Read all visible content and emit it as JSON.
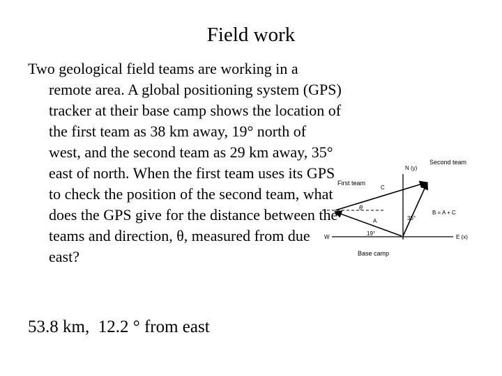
{
  "slide": {
    "title": "Field work",
    "problem_text": "Two geological field teams are working in a remote area. A global positioning system (GPS) tracker at their base camp shows the location of the first team as 38 km away, 19° north of west, and the second team as 29 km away, 35° east of north. When the first team uses its GPS to check the position of the second team, what does the GPS give for the distance between the teams and direction, θ, measured from due east?",
    "answer": "53.8 km,  12.2 ° from east"
  },
  "figure": {
    "labels": {
      "second_team": "Second team",
      "north_axis": "N (y)",
      "first_team": "First team",
      "vector_c": "C",
      "theta": "θ",
      "vector_a": "A",
      "angle_35": "35°",
      "vector_b": "B = A + C",
      "west": "W",
      "angle_19": "19°",
      "east_axis": "E  (x)",
      "base_camp": "Base camp"
    },
    "colors": {
      "line": "#000000"
    }
  }
}
